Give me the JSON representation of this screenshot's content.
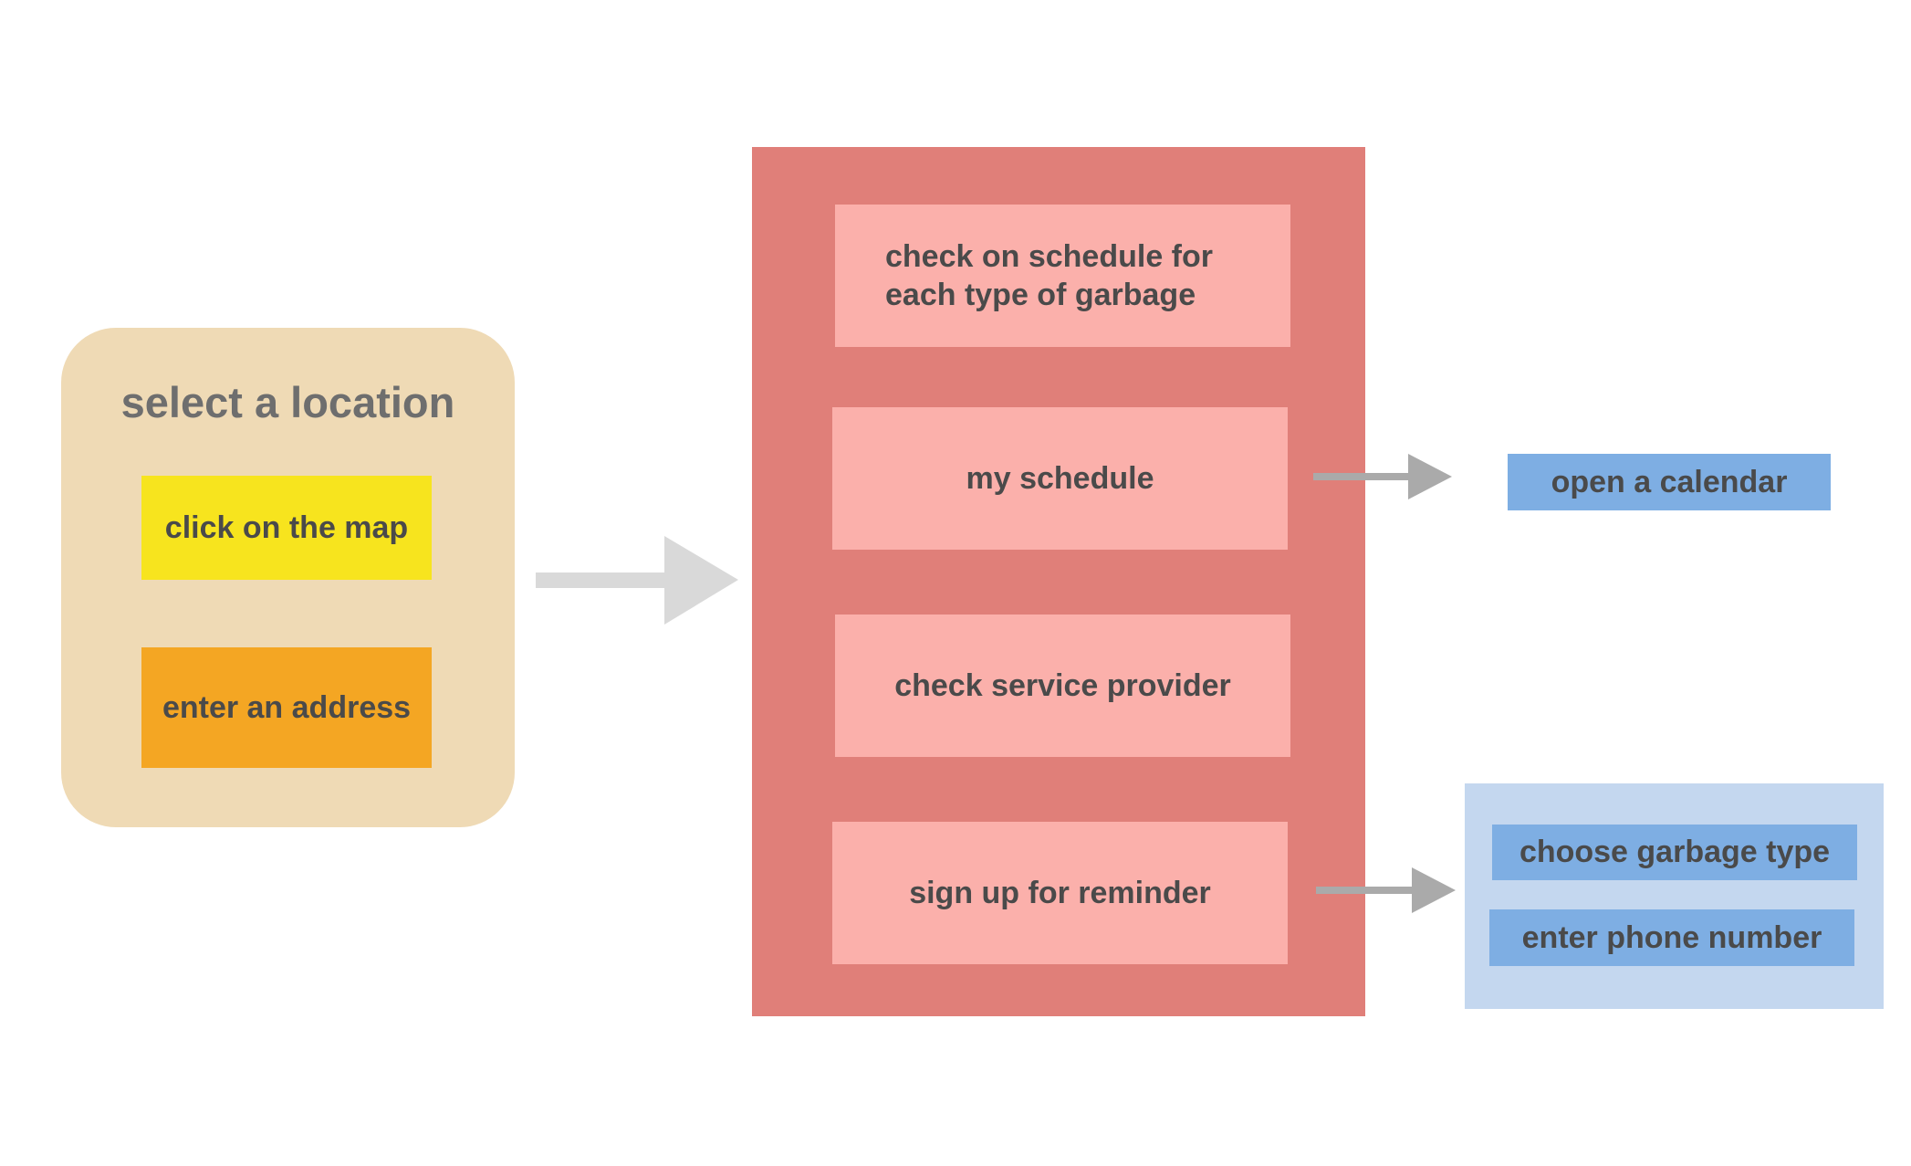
{
  "location": {
    "title": "select a location",
    "options": [
      "click on the map",
      "enter an address"
    ]
  },
  "features": [
    {
      "line1": "check on schedule for",
      "line2": "each type of garbage"
    },
    {
      "line1": "my schedule"
    },
    {
      "line1": "check service provider"
    },
    {
      "line1": "sign up for reminder"
    }
  ],
  "schedule_action": "open a calendar",
  "reminder_steps": [
    "choose garbage type",
    "enter phone number"
  ],
  "colors": {
    "location_bg": "#efdab5",
    "map_option": "#f7e41e",
    "address_option": "#f4a623",
    "panel": "#e07f79",
    "feature": "#fbb0ab",
    "action": "#7eaee3",
    "reminder_bg": "#c4d7ef",
    "arrow_large": "#d9d9d9",
    "arrow_small": "#aaaaaa"
  }
}
